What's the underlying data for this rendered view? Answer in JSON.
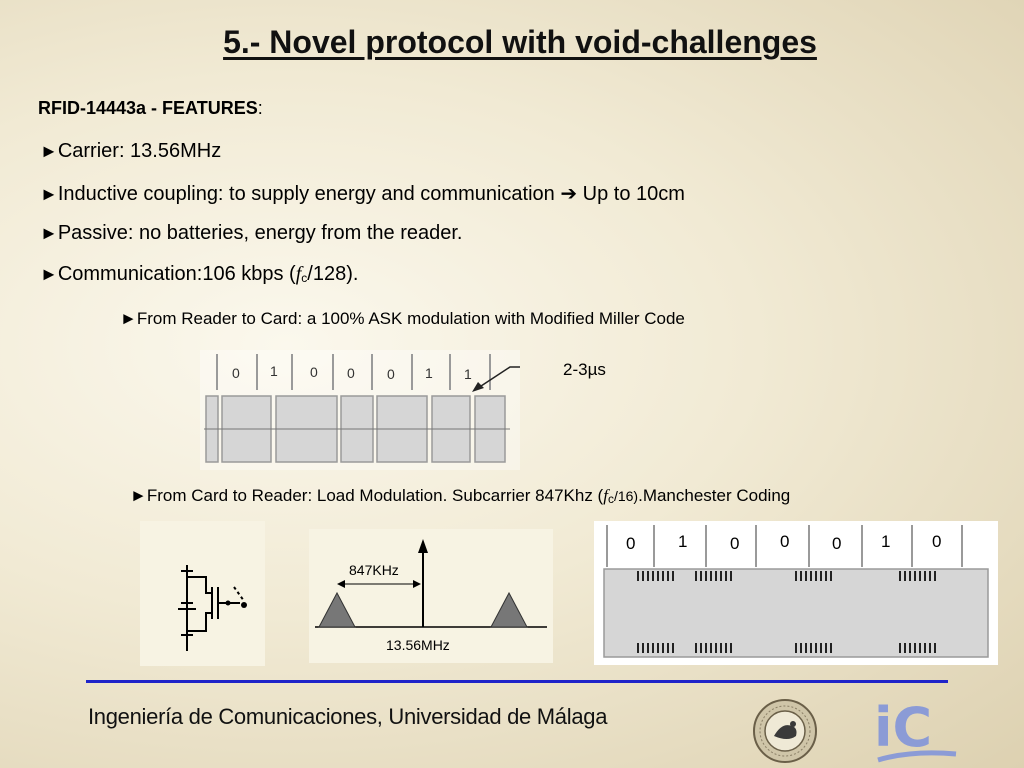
{
  "slide": {
    "title": "5.- Novel protocol with void-challenges",
    "features_heading": "RFID-14443a - FEATURES",
    "features_colon": ":",
    "bullet_marker": "►",
    "bullets": [
      {
        "text": "Carrier: 13.56MHz"
      },
      {
        "text": "Inductive coupling: to supply energy and communication",
        "arrow": "➔",
        "after": " Up to 10cm"
      },
      {
        "text": "Passive: no batteries, energy from the reader."
      },
      {
        "pre": "Communication:106 kbps (",
        "f": "f",
        "fsub": "c",
        "post": "/128)."
      }
    ],
    "sub_bullets": [
      {
        "text": "From Reader to Card: a 100% ASK modulation with Modified Miller Code"
      },
      {
        "pre": "From Card to Reader: Load Modulation. Subcarrier 847Khz (",
        "f": "f",
        "fsub": "c",
        "mid": "/16)",
        "post": ".Manchester Coding"
      }
    ]
  },
  "figure_miller": {
    "bits": [
      "0",
      "1",
      "0",
      "0",
      "0",
      "1",
      "1"
    ],
    "pulse_label": "2-3µs"
  },
  "figure_spectrum": {
    "sideband_label": "847KHz",
    "carrier_label": "13.56MHz"
  },
  "figure_manchester": {
    "bits": [
      "0",
      "1",
      "0",
      "0",
      "0",
      "1",
      "0"
    ]
  },
  "footer": {
    "text": "Ingeniería de Comunicaciones, Universidad de Málaga",
    "logo_text": "iC",
    "seal_text": "UNIVERSIDAD DE MALAGA"
  },
  "colors": {
    "footer_line": "#1f24c9",
    "logo_blue": "#8b9bd6"
  }
}
